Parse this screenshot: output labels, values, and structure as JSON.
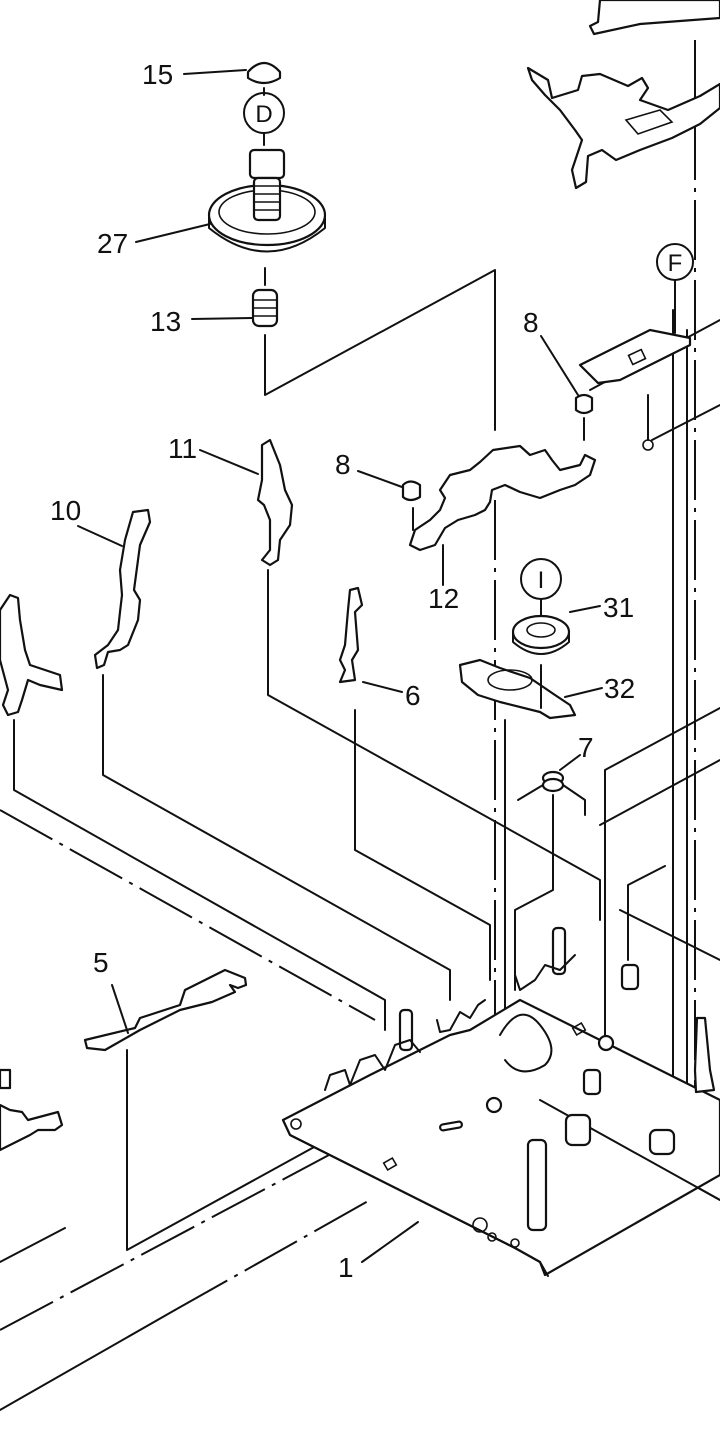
{
  "diagram": {
    "type": "exploded-parts-view",
    "background": "#ffffff",
    "ink_color": "#111111",
    "part_labels": [
      {
        "id": "15",
        "text": "15"
      },
      {
        "id": "27",
        "text": "27"
      },
      {
        "id": "13",
        "text": "13"
      },
      {
        "id": "11",
        "text": "11"
      },
      {
        "id": "10",
        "text": "10"
      },
      {
        "id": "8a",
        "text": "8"
      },
      {
        "id": "8b",
        "text": "8"
      },
      {
        "id": "12",
        "text": "12"
      },
      {
        "id": "31",
        "text": "31"
      },
      {
        "id": "32",
        "text": "32"
      },
      {
        "id": "6",
        "text": "6"
      },
      {
        "id": "7",
        "text": "7"
      },
      {
        "id": "5",
        "text": "5"
      },
      {
        "id": "1",
        "text": "1"
      }
    ],
    "reference_markers": [
      {
        "id": "D",
        "text": "D"
      },
      {
        "id": "F",
        "text": "F"
      },
      {
        "id": "I",
        "text": "I"
      }
    ]
  }
}
